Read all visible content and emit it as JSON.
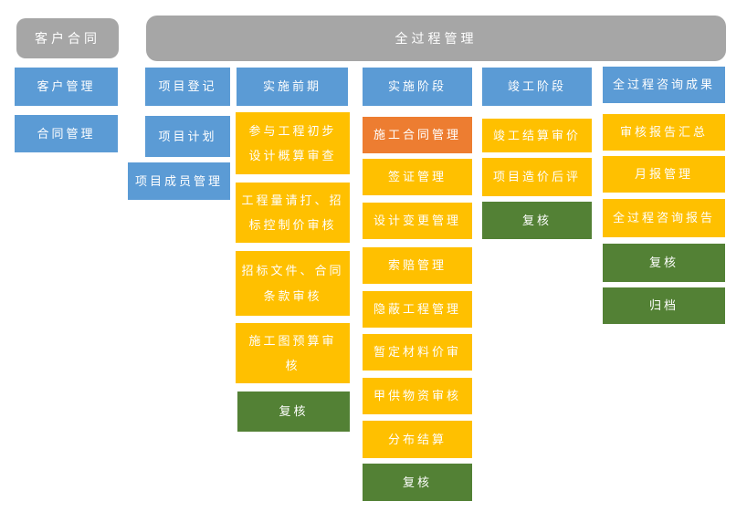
{
  "colors": {
    "gray": "#A6A6A6",
    "blue": "#5B9BD5",
    "yellow": "#FFC000",
    "orange": "#ED7D31",
    "green": "#538135",
    "text": "#FFFFFF"
  },
  "customer_header": {
    "label": "客户合同"
  },
  "process_header": {
    "label": "全过程管理"
  },
  "columns": [
    {
      "name": "customer-contract",
      "items": [
        {
          "label": "客户管理",
          "color": "blue"
        },
        {
          "label": "合同管理",
          "color": "blue"
        }
      ]
    },
    {
      "name": "project-registration",
      "items": [
        {
          "label": "项目登记",
          "color": "blue"
        },
        {
          "label": "项目计划",
          "color": "blue"
        },
        {
          "label": "项目成员管理",
          "color": "blue"
        }
      ]
    },
    {
      "name": "pre-implementation",
      "items": [
        {
          "label": "实施前期",
          "color": "blue"
        },
        {
          "label": "参与工程初步\n设计概算审查",
          "color": "yellow"
        },
        {
          "label": "工程量请打、招\n标控制价审核",
          "color": "yellow"
        },
        {
          "label": "招标文件、合同\n条款审核",
          "color": "yellow"
        },
        {
          "label": "施工图预算审\n核",
          "color": "yellow"
        },
        {
          "label": "复核",
          "color": "green"
        }
      ]
    },
    {
      "name": "implementation-stage",
      "items": [
        {
          "label": "实施阶段",
          "color": "blue"
        },
        {
          "label": "施工合同管理",
          "color": "orange"
        },
        {
          "label": "签证管理",
          "color": "yellow"
        },
        {
          "label": "设计变更管理",
          "color": "yellow"
        },
        {
          "label": "索赔管理",
          "color": "yellow"
        },
        {
          "label": "隐蔽工程管理",
          "color": "yellow"
        },
        {
          "label": "暂定材料价审",
          "color": "yellow"
        },
        {
          "label": "甲供物资审核",
          "color": "yellow"
        },
        {
          "label": "分布结算",
          "color": "yellow"
        },
        {
          "label": "复核",
          "color": "green"
        }
      ]
    },
    {
      "name": "completion-stage",
      "items": [
        {
          "label": "竣工阶段",
          "color": "blue"
        },
        {
          "label": "竣工结算审价",
          "color": "yellow"
        },
        {
          "label": "项目造价后评",
          "color": "yellow"
        },
        {
          "label": "复核",
          "color": "green"
        }
      ]
    },
    {
      "name": "consulting-results",
      "items": [
        {
          "label": "全过程咨询成果",
          "color": "blue"
        },
        {
          "label": "审核报告汇总",
          "color": "yellow"
        },
        {
          "label": "月报管理",
          "color": "yellow"
        },
        {
          "label": "全过程咨询报告",
          "color": "yellow"
        },
        {
          "label": "复核",
          "color": "green"
        },
        {
          "label": "归档",
          "color": "green"
        }
      ]
    }
  ]
}
